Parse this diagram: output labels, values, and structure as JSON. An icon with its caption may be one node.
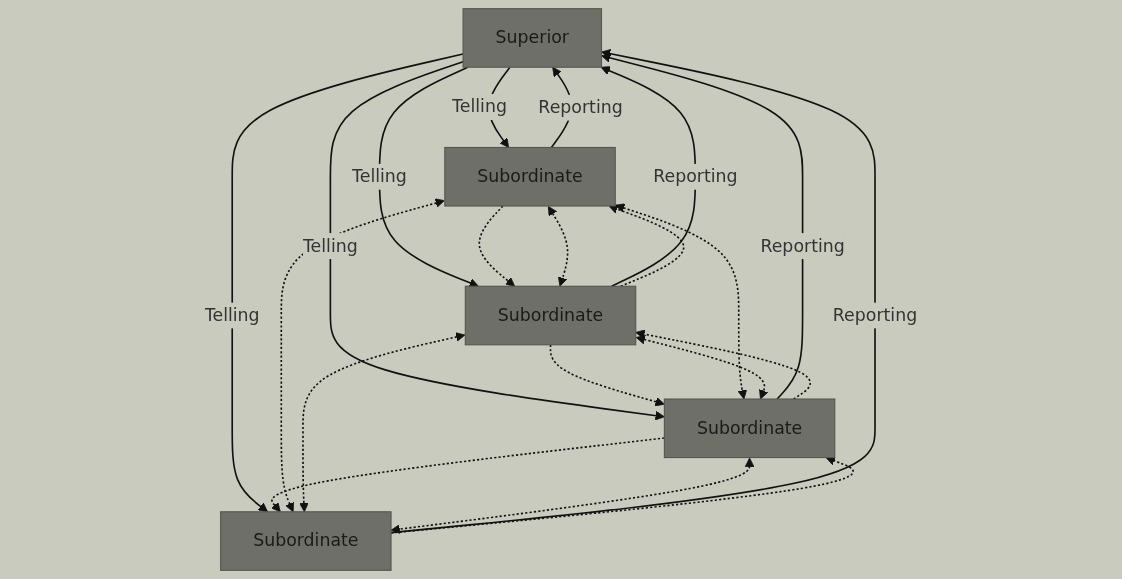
{
  "diagram": {
    "nodes": [
      {
        "text": [
          "Superior"
        ]
      },
      {
        "text": [
          "Subordinate"
        ]
      },
      {
        "text": [
          "Subordinate"
        ]
      },
      {
        "text": [
          "Subordinate"
        ]
      },
      {
        "text": [
          "Subordinate"
        ]
      }
    ],
    "edges": [
      {
        "from": 0,
        "to": 1,
        "arrow": "to",
        "label": "Telling"
      },
      {
        "from": 1,
        "to": 0,
        "arrow": "to",
        "label": "Reporting"
      },
      {
        "from": 0,
        "to": 2,
        "arrow": "to",
        "label": "Telling"
      },
      {
        "from": 2,
        "to": 0,
        "arrow": "to",
        "label": "Reporting"
      },
      {
        "from": 3,
        "to": 0,
        "arrow": "to",
        "label": "Reporting"
      },
      {
        "from": 0,
        "to": 3,
        "arrow": "to",
        "label": "Telling"
      },
      {
        "from": 4,
        "to": 0,
        "arrow": "to",
        "label": "Reporting"
      },
      {
        "from": 0,
        "to": 4,
        "arrow": "to",
        "label": "Telling"
      },
      {
        "from": 1,
        "to": 2,
        "arrow": "to",
        "style": "dashed"
      },
      {
        "from": 2,
        "to": 1,
        "arrow": "to",
        "style": "dashed"
      },
      {
        "from": 2,
        "to": 3,
        "arrow": "to",
        "style": "dashed"
      },
      {
        "from": 3,
        "to": 2,
        "arrow": "to",
        "style": "dashed"
      },
      {
        "from": 3,
        "to": 4,
        "arrow": "to",
        "style": "dashed"
      },
      {
        "from": 4,
        "to": 3,
        "arrow": "to",
        "style": "dashed"
      },
      {
        "from": 1,
        "to": 2,
        "arrow": "both",
        "style": "dashed"
      },
      {
        "from": 1,
        "to": 3,
        "arrow": "both",
        "style": "dashed"
      },
      {
        "from": 1,
        "to": 4,
        "arrow": "both",
        "style": "dashed"
      },
      {
        "from": 2,
        "to": 3,
        "arrow": "both",
        "style": "dashed"
      },
      {
        "from": 2,
        "to": 4,
        "arrow": "both",
        "style": "dashed"
      },
      {
        "from": 3,
        "to": 4,
        "arrow": "both",
        "style": "dashed"
      }
    ]
  }
}
